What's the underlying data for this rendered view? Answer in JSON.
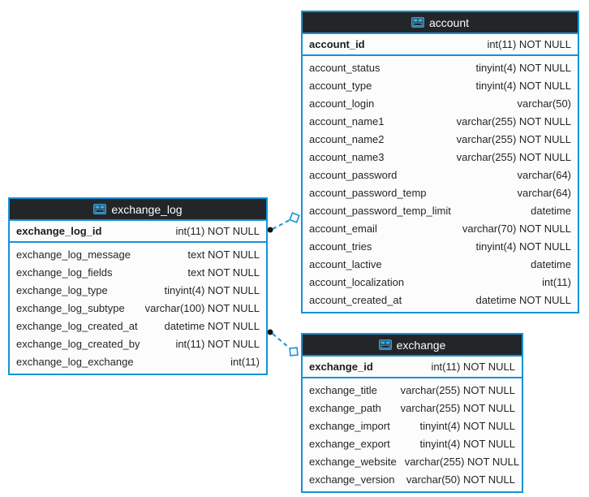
{
  "colors": {
    "accent_blue": "#1592d8",
    "header_bg": "#232629",
    "header_text": "#fcfcfc",
    "row_bg": "#fcfcfc",
    "row_text": "#232629",
    "connector_dot": "#111417",
    "icon_blue": "#3daee9"
  },
  "diagram": {
    "tables": [
      {
        "name": "exchange_log",
        "icon": "table-icon",
        "primary_key": {
          "name": "exchange_log_id",
          "type": "int(11) NOT NULL"
        },
        "columns": [
          {
            "name": "exchange_log_message",
            "type": "text NOT NULL"
          },
          {
            "name": "exchange_log_fields",
            "type": "text NOT NULL"
          },
          {
            "name": "exchange_log_type",
            "type": "tinyint(4) NOT NULL"
          },
          {
            "name": "exchange_log_subtype",
            "type": "varchar(100) NOT NULL"
          },
          {
            "name": "exchange_log_created_at",
            "type": "datetime NOT NULL"
          },
          {
            "name": "exchange_log_created_by",
            "type": "int(11) NOT NULL"
          },
          {
            "name": "exchange_log_exchange",
            "type": "int(11)"
          }
        ]
      },
      {
        "name": "account",
        "icon": "table-icon",
        "primary_key": {
          "name": "account_id",
          "type": "int(11) NOT NULL"
        },
        "columns": [
          {
            "name": "account_status",
            "type": "tinyint(4) NOT NULL"
          },
          {
            "name": "account_type",
            "type": "tinyint(4) NOT NULL"
          },
          {
            "name": "account_login",
            "type": "varchar(50)"
          },
          {
            "name": "account_name1",
            "type": "varchar(255) NOT NULL"
          },
          {
            "name": "account_name2",
            "type": "varchar(255) NOT NULL"
          },
          {
            "name": "account_name3",
            "type": "varchar(255) NOT NULL"
          },
          {
            "name": "account_password",
            "type": "varchar(64)"
          },
          {
            "name": "account_password_temp",
            "type": "varchar(64)"
          },
          {
            "name": "account_password_temp_limit",
            "type": "datetime"
          },
          {
            "name": "account_email",
            "type": "varchar(70) NOT NULL"
          },
          {
            "name": "account_tries",
            "type": "tinyint(4) NOT NULL"
          },
          {
            "name": "account_lactive",
            "type": "datetime"
          },
          {
            "name": "account_localization",
            "type": "int(11)"
          },
          {
            "name": "account_created_at",
            "type": "datetime NOT NULL"
          }
        ]
      },
      {
        "name": "exchange",
        "icon": "table-icon",
        "primary_key": {
          "name": "exchange_id",
          "type": "int(11) NOT NULL"
        },
        "columns": [
          {
            "name": "exchange_title",
            "type": "varchar(255) NOT NULL"
          },
          {
            "name": "exchange_path",
            "type": "varchar(255) NOT NULL"
          },
          {
            "name": "exchange_import",
            "type": "tinyint(4) NOT NULL"
          },
          {
            "name": "exchange_export",
            "type": "tinyint(4) NOT NULL"
          },
          {
            "name": "exchange_website",
            "type": "varchar(255) NOT NULL"
          },
          {
            "name": "exchange_version",
            "type": "varchar(50) NOT NULL"
          }
        ]
      }
    ],
    "relations": [
      {
        "from_table": "exchange_log",
        "to_table": "account",
        "style": "dashed"
      },
      {
        "from_table": "exchange_log",
        "to_table": "exchange",
        "style": "dashed"
      }
    ]
  }
}
